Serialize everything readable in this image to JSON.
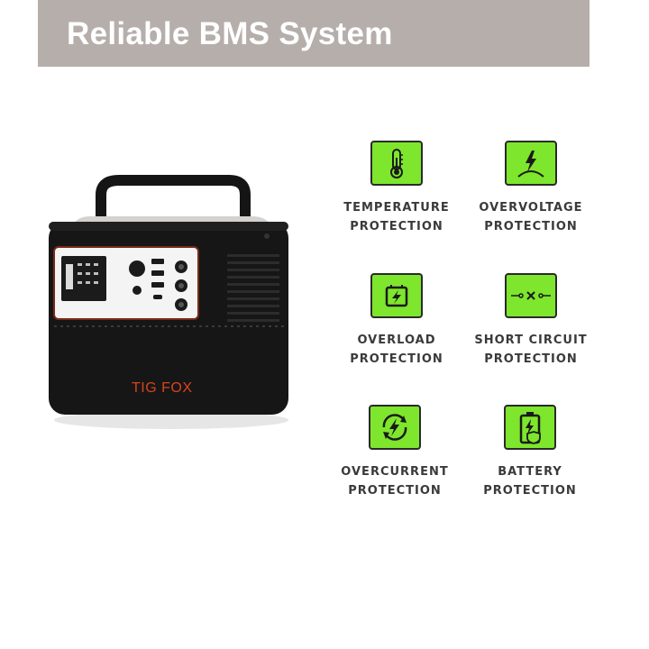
{
  "banner": {
    "title": "Reliable BMS System",
    "background": "#b5aeab"
  },
  "product": {
    "brand": "TIG FOX"
  },
  "accent_color": "#7ee62c",
  "features": [
    {
      "icon": "thermometer-icon",
      "line1": "TEMPERATURE",
      "line2": "PROTECTION"
    },
    {
      "icon": "lightning-arc-icon",
      "line1": "OVERVOLTAGE",
      "line2": "PROTECTION"
    },
    {
      "icon": "overload-icon",
      "line1": "OVERLOAD",
      "line2": "PROTECTION"
    },
    {
      "icon": "short-circuit-icon",
      "line1": "SHORT CIRCUIT",
      "line2": "PROTECTION"
    },
    {
      "icon": "overcurrent-icon",
      "line1": "OVERCURRENT",
      "line2": "PROTECTION"
    },
    {
      "icon": "battery-shield-icon",
      "line1": "BATTERY",
      "line2": "PROTECTION"
    }
  ]
}
